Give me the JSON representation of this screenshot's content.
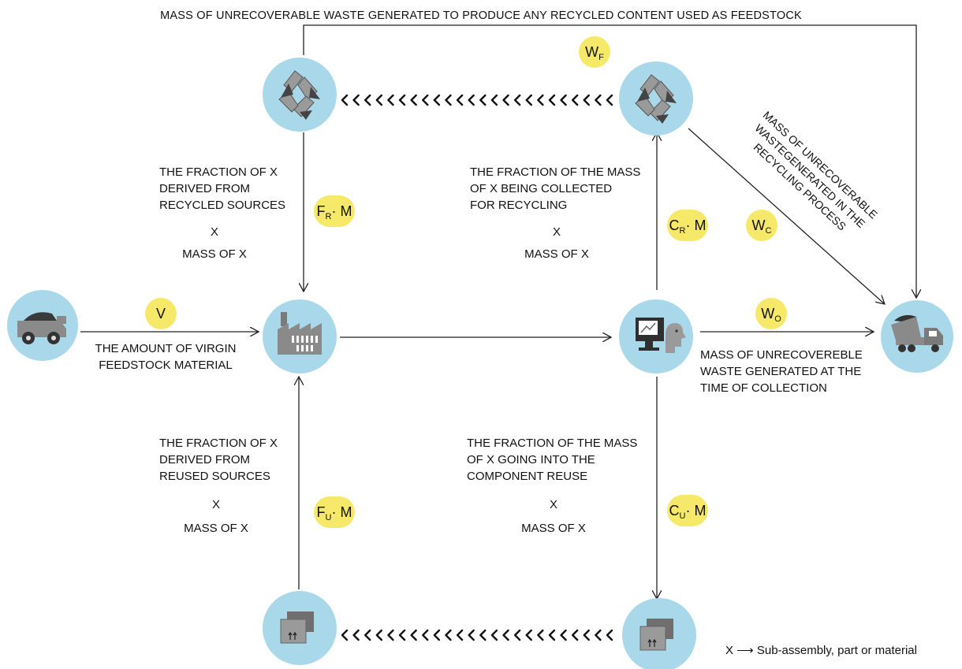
{
  "top_label": "MASS OF UNRECOVERABLE WASTE GENERATED TO PRODUCE ANY RECYCLED CONTENT USED AS FEEDSTOCK",
  "badges": {
    "wf": {
      "main": "W",
      "sub": "F"
    },
    "fr": {
      "main": "F",
      "sub": "R",
      "suffix": "· M"
    },
    "cr": {
      "main": "C",
      "sub": "R",
      "suffix": "· M"
    },
    "wc": {
      "main": "W",
      "sub": "C"
    },
    "v": {
      "main": "V"
    },
    "wo": {
      "main": "W",
      "sub": "O"
    },
    "fu": {
      "main": "F",
      "sub": "U",
      "suffix": "· M"
    },
    "cu": {
      "main": "C",
      "sub": "U",
      "suffix": "· M"
    }
  },
  "labels": {
    "fr_line1": "THE FRACTION OF X",
    "fr_line2": "DERIVED FROM",
    "fr_line3": "RECYCLED SOURCES",
    "fr_times": "X",
    "fr_mass": "MASS OF X",
    "cr_line1": "THE FRACTION OF THE MASS",
    "cr_line2": "OF X BEING COLLECTED",
    "cr_line3": "FOR RECYCLING",
    "cr_times": "X",
    "cr_mass": "MASS OF X",
    "wc_rotated": "MASS OF UNRECOVERABLE WASTEGENERATED IN THE RECYCLING PROCESS",
    "v_line1": "THE AMOUNT OF VIRGIN",
    "v_line2": "FEEDSTOCK MATERIAL",
    "wo_line1": "MASS OF UNRECOVEREBLE",
    "wo_line2": "WASTE GENERATED AT THE",
    "wo_line3": "TIME OF COLLECTION",
    "fu_line1": "THE FRACTION OF X",
    "fu_line2": "DERIVED FROM",
    "fu_line3": "REUSED SOURCES",
    "fu_times": "X",
    "fu_mass": "MASS OF X",
    "cu_line1": "THE FRACTION OF THE MASS",
    "cu_line2": "OF X GOING INTO THE",
    "cu_line3": "COMPONENT REUSE",
    "cu_times": "X",
    "cu_mass": "MASS OF X"
  },
  "legend": "X ⟶ Sub-assembly, part or material",
  "nodes": {
    "mine_truck": "mining-truck-icon",
    "recycle_left": "recycle-icon",
    "recycle_right": "recycle-icon",
    "factory": "factory-icon",
    "user": "computer-user-icon",
    "landfill": "dump-truck-icon",
    "reuse_left": "boxes-icon",
    "reuse_right": "boxes-icon"
  },
  "colors": {
    "node_fill": "#a8d8ea",
    "badge_fill": "#f6e96a",
    "icon_gray": "#7a7a7a",
    "line": "#222222"
  }
}
